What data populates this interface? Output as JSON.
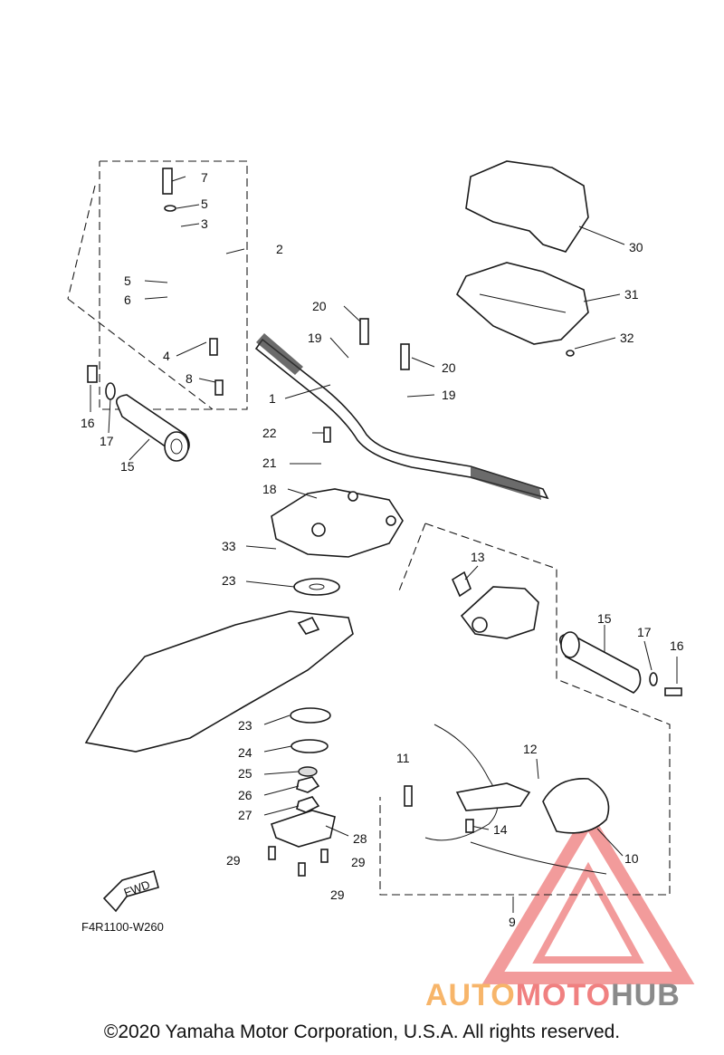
{
  "diagram_code": "F4R1100-W260",
  "fwd_label": "FWD",
  "copyright": "©2020 Yamaha Motor Corporation, U.S.A. All rights reserved.",
  "watermark": {
    "part1": "AUTO",
    "part2": "MOTO",
    "part3": "HUB",
    "color1": "#f7b56a",
    "color2": "#f08080",
    "color3": "#8a8a8a"
  },
  "callouts": [
    "1",
    "2",
    "3",
    "4",
    "5",
    "5",
    "6",
    "7",
    "8",
    "9",
    "10",
    "11",
    "12",
    "13",
    "14",
    "15",
    "15",
    "16",
    "16",
    "17",
    "17",
    "18",
    "19",
    "19",
    "20",
    "20",
    "21",
    "22",
    "23",
    "23",
    "24",
    "25",
    "26",
    "27",
    "28",
    "29",
    "29",
    "29",
    "30",
    "31",
    "32",
    "33"
  ]
}
